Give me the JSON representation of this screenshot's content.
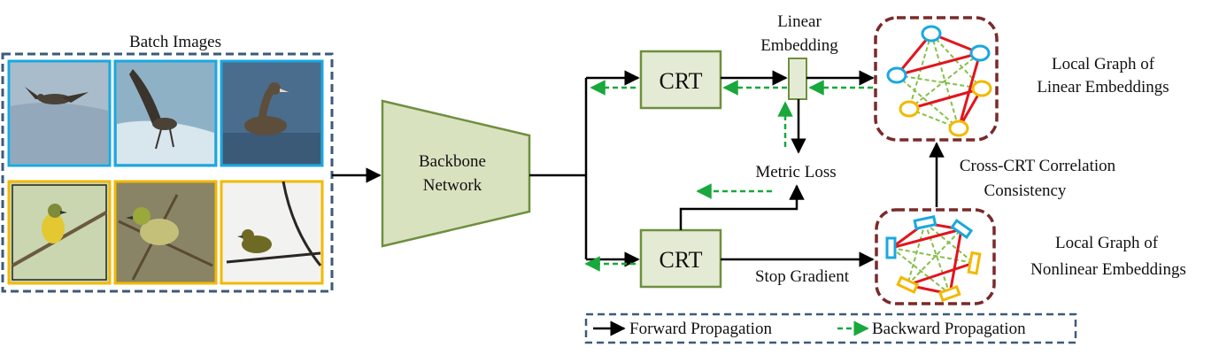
{
  "batch": {
    "title": "Batch Images",
    "images": [
      {
        "subject": "seabird gliding over water",
        "group": "blue"
      },
      {
        "subject": "seabird taking off from waves",
        "group": "blue"
      },
      {
        "subject": "seabird floating on water",
        "group": "blue"
      },
      {
        "subject": "yellow songbird on branch",
        "group": "yellow"
      },
      {
        "subject": "yellow songbird on twigs",
        "group": "yellow"
      },
      {
        "subject": "yellow songbird on branch, white background",
        "group": "yellow"
      }
    ]
  },
  "backbone": {
    "line1": "Backbone",
    "line2": "Network"
  },
  "crt_top": {
    "label": "CRT"
  },
  "crt_bottom": {
    "label": "CRT"
  },
  "linear_embedding": {
    "line1": "Linear",
    "line2": "Embedding"
  },
  "metric_loss": {
    "label": "Metric Loss"
  },
  "stop_gradient": {
    "label": "Stop Gradient"
  },
  "graph_linear": {
    "line1": "Local Graph of",
    "line2": "Linear Embeddings"
  },
  "graph_nonlinear": {
    "line1": "Local Graph of",
    "line2": "Nonlinear Embeddings"
  },
  "consistency": {
    "line1": "Cross-CRT Correlation",
    "line2": "Consistency"
  },
  "legend": {
    "forward": "Forward Propagation",
    "backward": "Backward Propagation"
  },
  "colors": {
    "module_fill": "#e4ebd4",
    "module_stroke": "#6f8f3f",
    "backbone_fill": "#d9e2bf",
    "batch_border": "#3d5a7a",
    "graph_border": "#7a2a2a",
    "blue_node": "#1aa8e0",
    "yellow_node": "#f2b900",
    "graph_red": "#e2141c",
    "graph_green": "#86c04a",
    "backward_arrow": "#18a83c",
    "forward_arrow": "#000000"
  }
}
